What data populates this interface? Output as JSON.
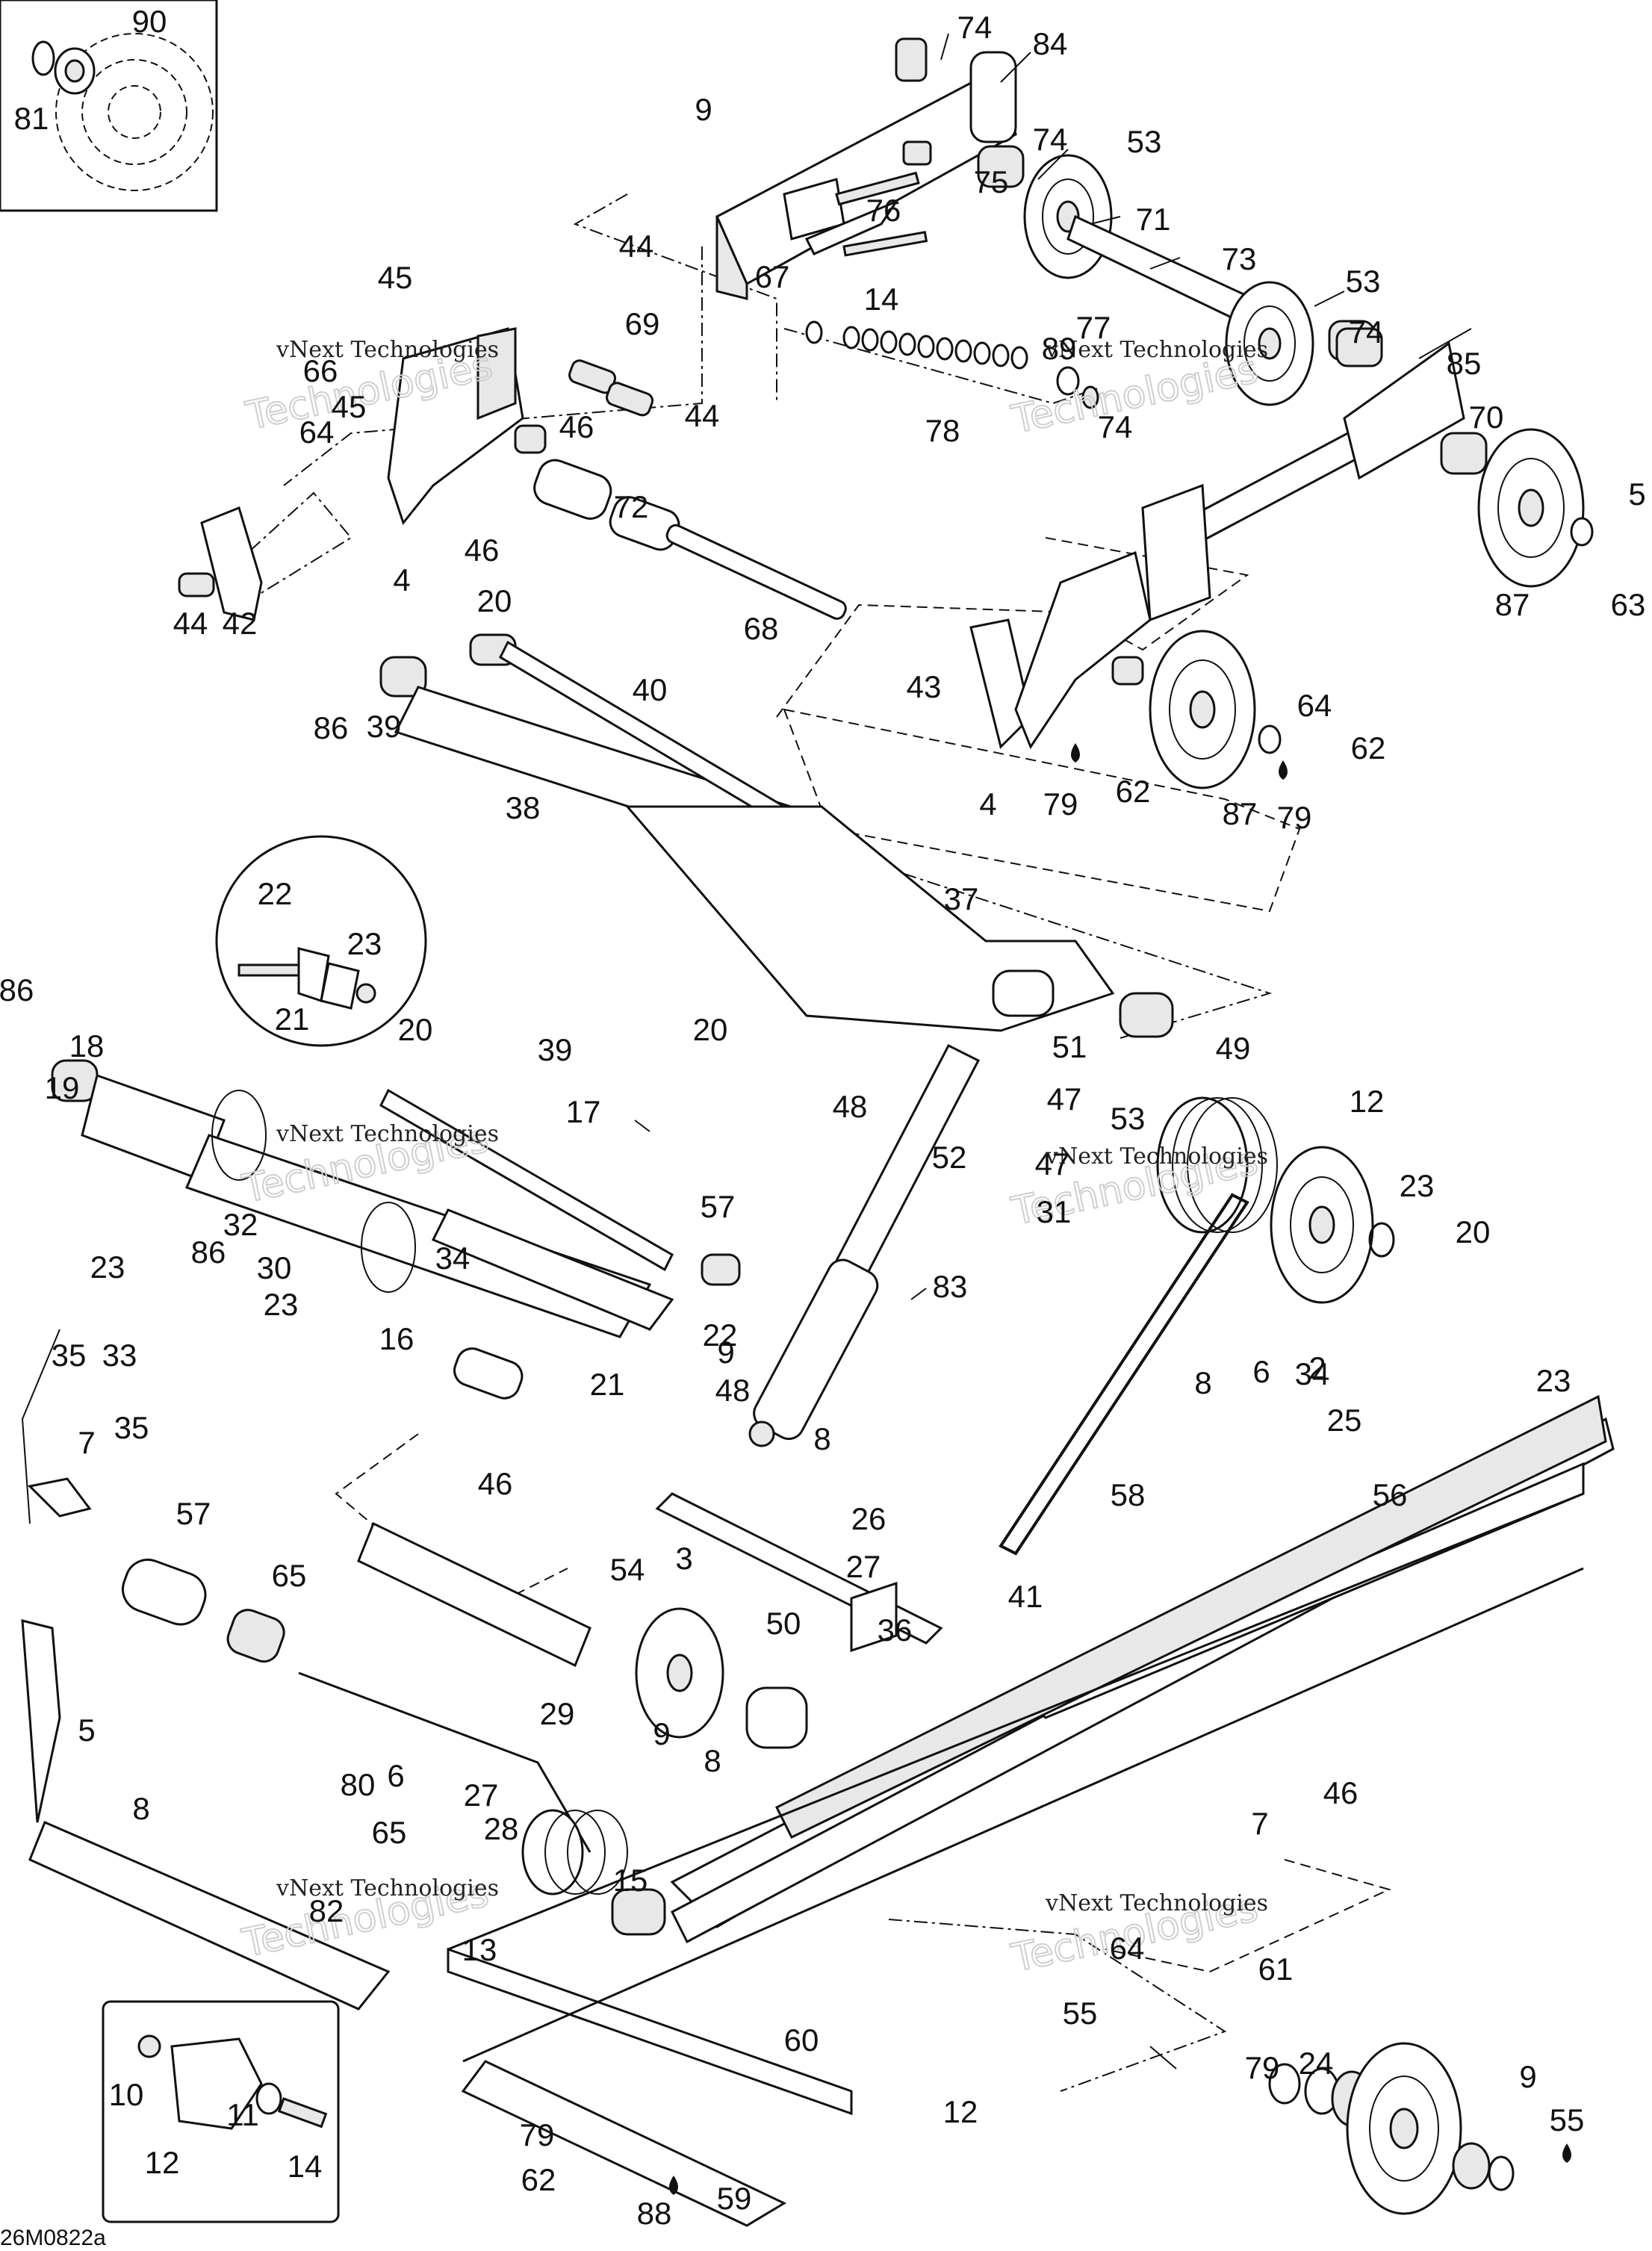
{
  "diagram_code": "26M0822a",
  "watermark_text": "vNext Technologies",
  "drop_icon": "oil-drop-icon",
  "callouts": [
    "90",
    "81",
    "74",
    "84",
    "9",
    "74",
    "53",
    "75",
    "44",
    "76",
    "71",
    "73",
    "67",
    "14",
    "45",
    "69",
    "77",
    "53",
    "66",
    "89",
    "74",
    "85",
    "45",
    "46",
    "44",
    "78",
    "70",
    "74",
    "64",
    "5",
    "63",
    "72",
    "87",
    "4",
    "46",
    "68",
    "44",
    "42",
    "20",
    "43",
    "40",
    "86",
    "39",
    "64",
    "62",
    "79",
    "62",
    "79",
    "4",
    "87",
    "38",
    "37",
    "22",
    "23",
    "21",
    "86",
    "20",
    "18",
    "20",
    "51",
    "39",
    "49",
    "19",
    "17",
    "48",
    "47",
    "12",
    "53",
    "52",
    "47",
    "23",
    "57",
    "20",
    "32",
    "86",
    "31",
    "23",
    "34",
    "30",
    "23",
    "16",
    "83",
    "22",
    "35",
    "34",
    "21",
    "33",
    "35",
    "9",
    "8",
    "6",
    "2",
    "23",
    "48",
    "8",
    "25",
    "7",
    "56",
    "46",
    "26",
    "57",
    "54",
    "27",
    "3",
    "65",
    "41",
    "58",
    "36",
    "50",
    "29",
    "46",
    "5",
    "9",
    "8",
    "80",
    "6",
    "8",
    "27",
    "7",
    "28",
    "65",
    "15",
    "82",
    "64",
    "13",
    "61",
    "55",
    "60",
    "79",
    "24",
    "9",
    "12",
    "10",
    "11",
    "12",
    "14",
    "79",
    "62",
    "55",
    "88",
    "59"
  ]
}
